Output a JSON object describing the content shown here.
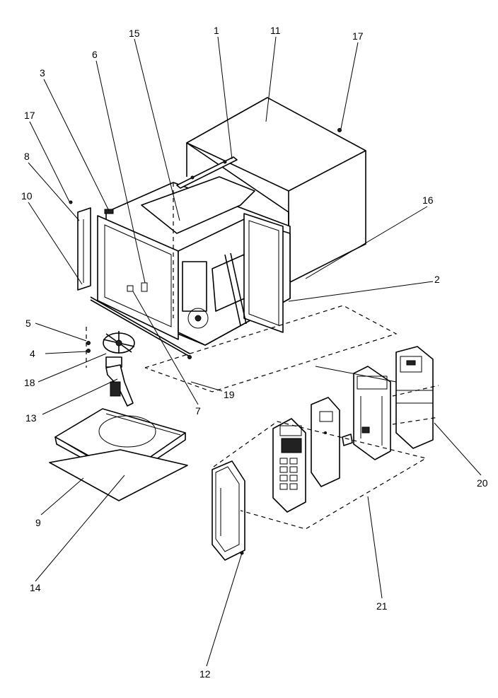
{
  "callouts": {
    "c1": "1",
    "c11": "11",
    "c17a": "17",
    "c15": "15",
    "c6": "6",
    "c3": "3",
    "c17b": "17",
    "c8": "8",
    "c10": "10",
    "c16": "16",
    "c2": "2",
    "c5": "5",
    "c4": "4",
    "c18": "18",
    "c7": "7",
    "c19": "19",
    "c13": "13",
    "c20": "20",
    "c9": "9",
    "c14": "14",
    "c21": "21",
    "c12": "12"
  }
}
